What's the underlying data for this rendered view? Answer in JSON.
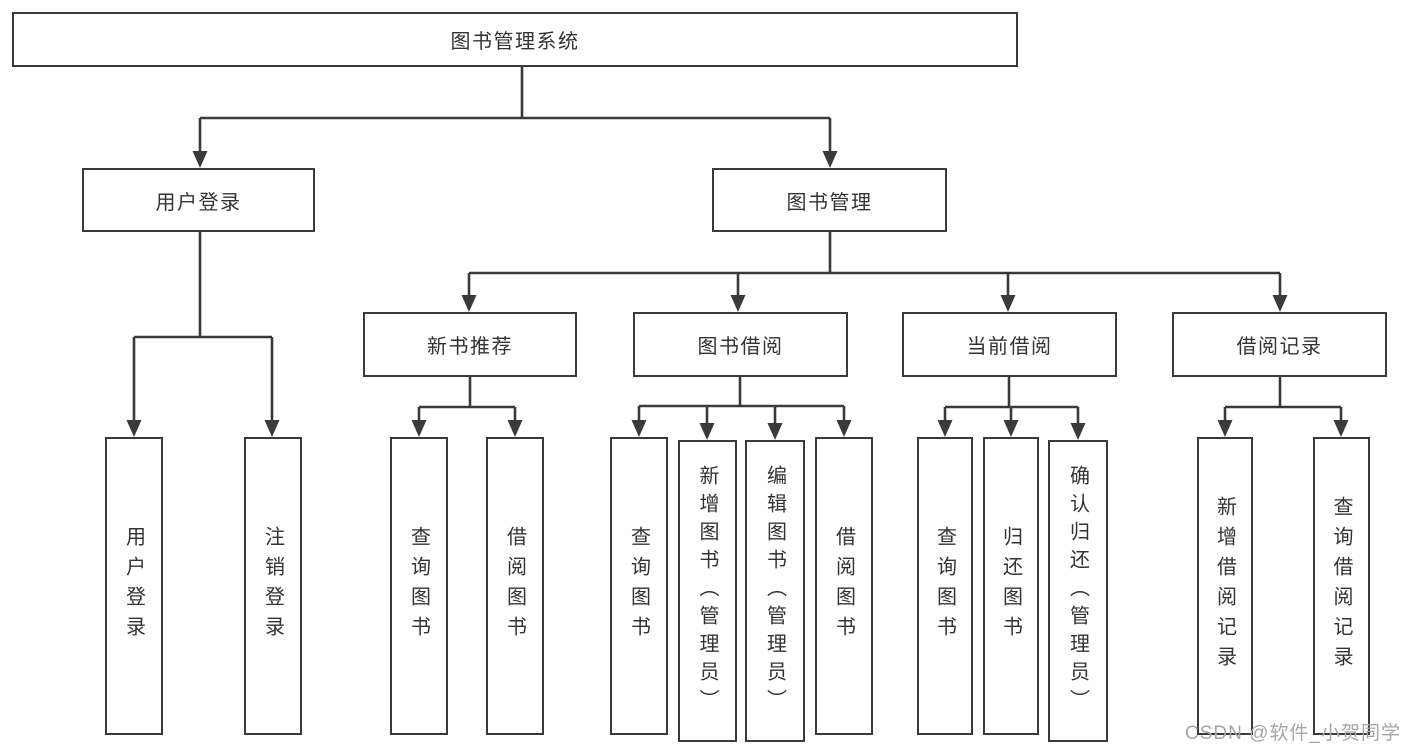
{
  "nodes": {
    "root": "图书管理系统",
    "user_login": "用户登录",
    "book_management": "图书管理",
    "new_book_recommend": "新书推荐",
    "book_borrowing": "图书借阅",
    "current_borrowing": "当前借阅",
    "borrowing_records": "借阅记录",
    "leaf_user_login": "用户登录",
    "leaf_logout": "注销登录",
    "leaf_recommend_query": "查询图书",
    "leaf_recommend_borrow": "借阅图书",
    "leaf_borrowing_query": "查询图书",
    "leaf_borrowing_add": "新增图书（管理员）",
    "leaf_borrowing_edit": "编辑图书（管理员）",
    "leaf_borrowing_borrow": "借阅图书",
    "leaf_current_query": "查询图书",
    "leaf_current_return": "归还图书",
    "leaf_current_confirm": "确认归还（管理员）",
    "leaf_records_add": "新增借阅记录",
    "leaf_records_query": "查询借阅记录"
  },
  "edges": [
    {
      "parent": "图书管理系统",
      "children": [
        "用户登录",
        "图书管理"
      ]
    },
    {
      "parent": "用户登录",
      "children": [
        "用户登录",
        "注销登录"
      ]
    },
    {
      "parent": "图书管理",
      "children": [
        "新书推荐",
        "图书借阅",
        "当前借阅",
        "借阅记录"
      ]
    },
    {
      "parent": "新书推荐",
      "children": [
        "查询图书",
        "借阅图书"
      ]
    },
    {
      "parent": "图书借阅",
      "children": [
        "查询图书",
        "新增图书（管理员）",
        "编辑图书（管理员）",
        "借阅图书"
      ]
    },
    {
      "parent": "当前借阅",
      "children": [
        "查询图书",
        "归还图书",
        "确认归还（管理员）"
      ]
    },
    {
      "parent": "借阅记录",
      "children": [
        "新增借阅记录",
        "查询借阅记录"
      ]
    }
  ],
  "watermark": "CSDN @软件_小贺同学",
  "colors": {
    "line": "#3a3a3a",
    "text": "#333333",
    "background": "#ffffff",
    "watermark": "#a6a6a6"
  }
}
